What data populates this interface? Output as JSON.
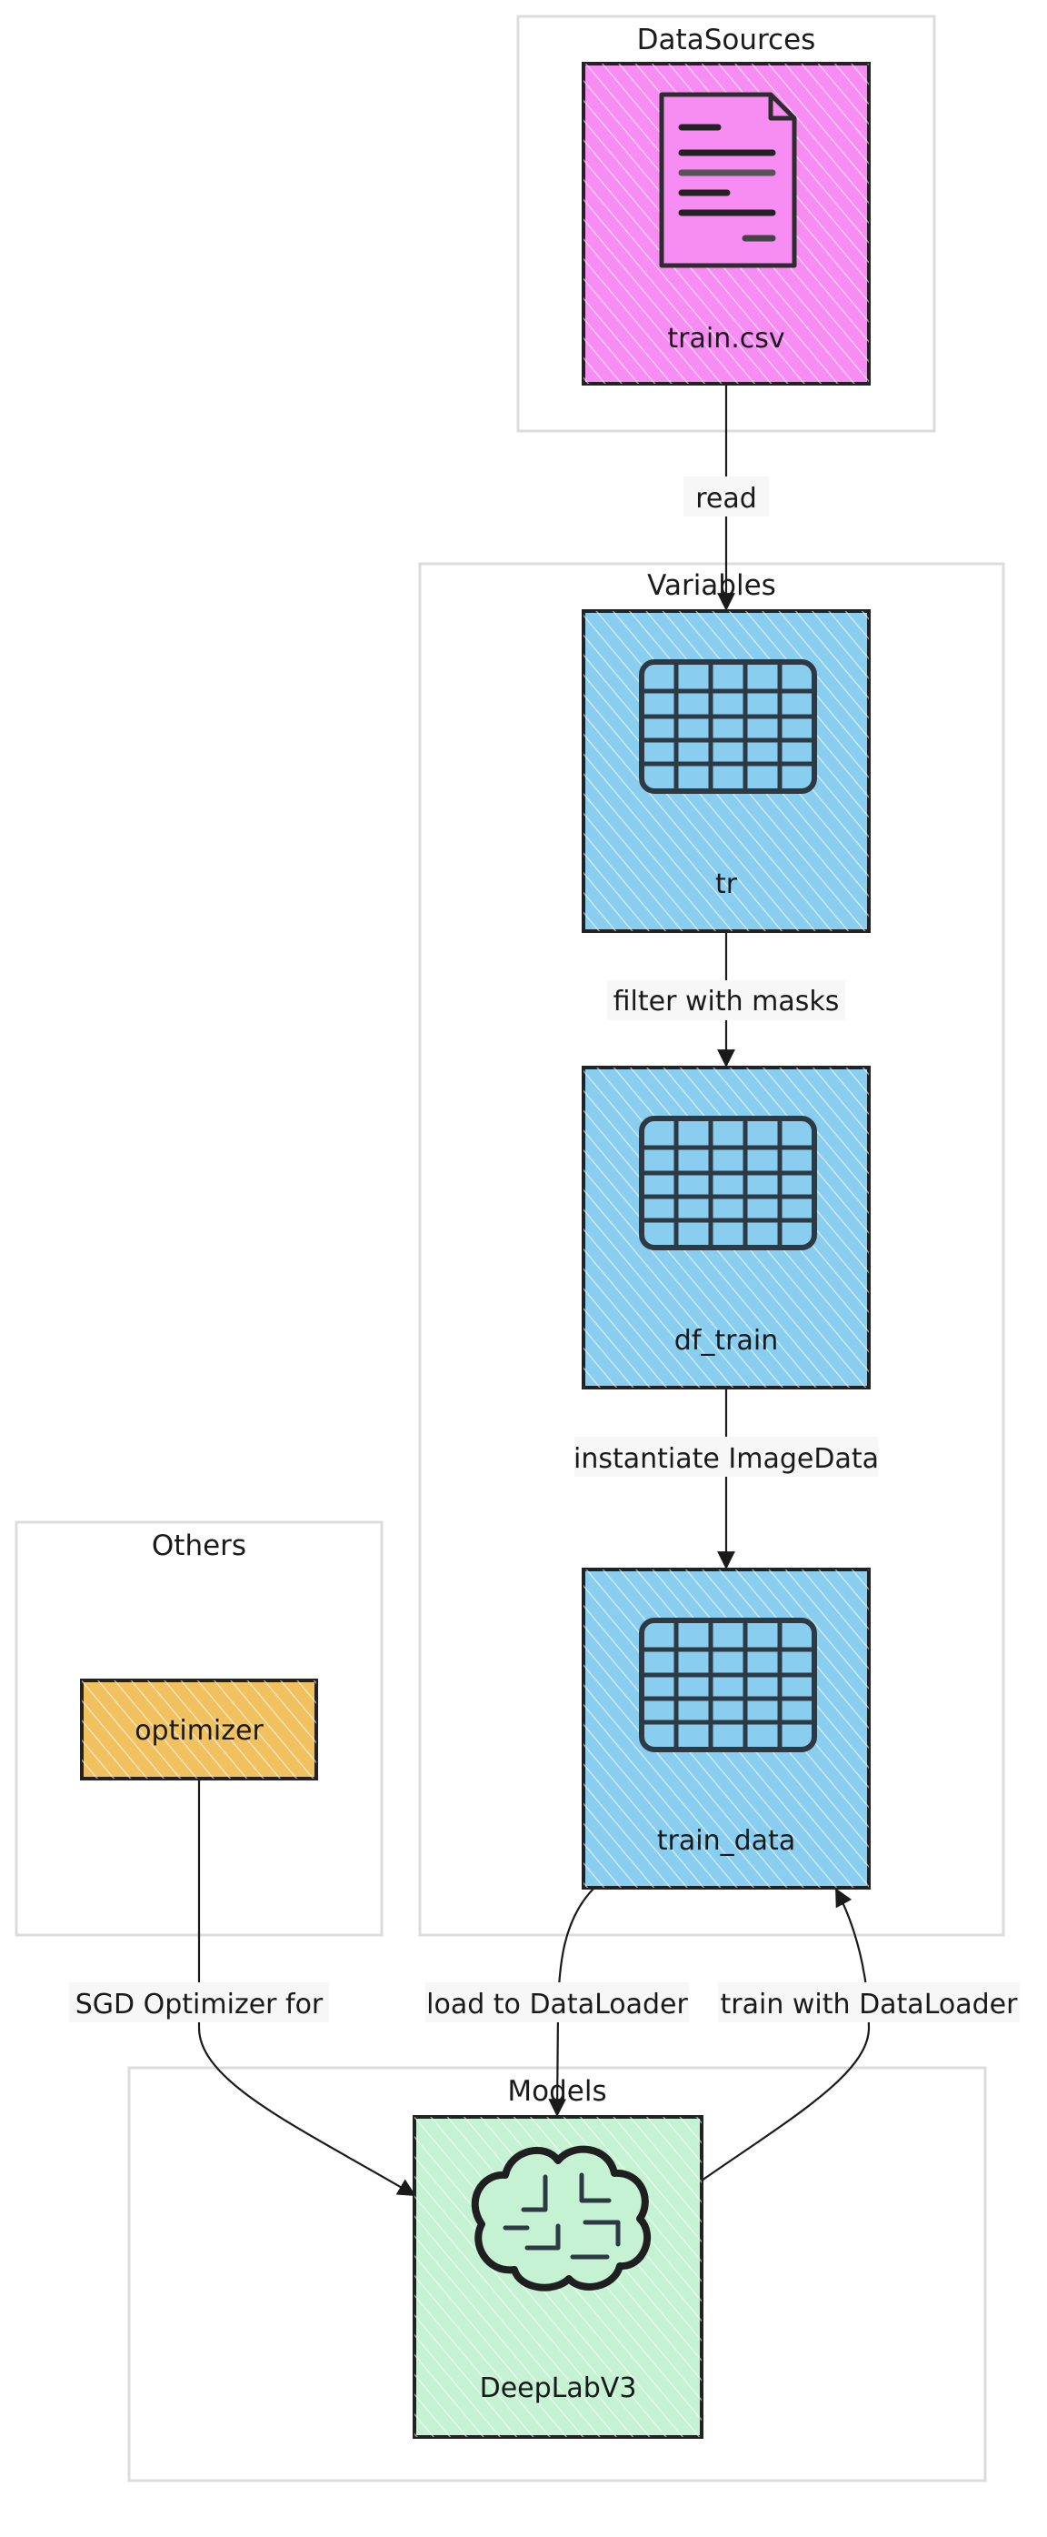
{
  "groups": {
    "datasources": {
      "label": "DataSources"
    },
    "variables": {
      "label": "Variables"
    },
    "others": {
      "label": "Others"
    },
    "models": {
      "label": "Models"
    }
  },
  "nodes": {
    "train_csv": {
      "label": "train.csv",
      "icon": "document-icon",
      "color": "#f78cf2"
    },
    "tr": {
      "label": "tr",
      "icon": "table-icon",
      "color": "#89cdef"
    },
    "df_train": {
      "label": "df_train",
      "icon": "table-icon",
      "color": "#89cdef"
    },
    "train_data": {
      "label": "train_data",
      "icon": "table-icon",
      "color": "#89cdef"
    },
    "optimizer": {
      "label": "optimizer",
      "color": "#f0c15e"
    },
    "deeplabv3": {
      "label": "DeepLabV3",
      "icon": "brain-icon",
      "color": "#c4f2d3"
    }
  },
  "edges": {
    "read": {
      "label": "read"
    },
    "filter": {
      "label": "filter with masks"
    },
    "instantiate": {
      "label": "instantiate ImageData"
    },
    "sgd": {
      "label": "SGD Optimizer for"
    },
    "load": {
      "label": "load to DataLoader"
    },
    "train": {
      "label": "train with DataLoader"
    }
  }
}
